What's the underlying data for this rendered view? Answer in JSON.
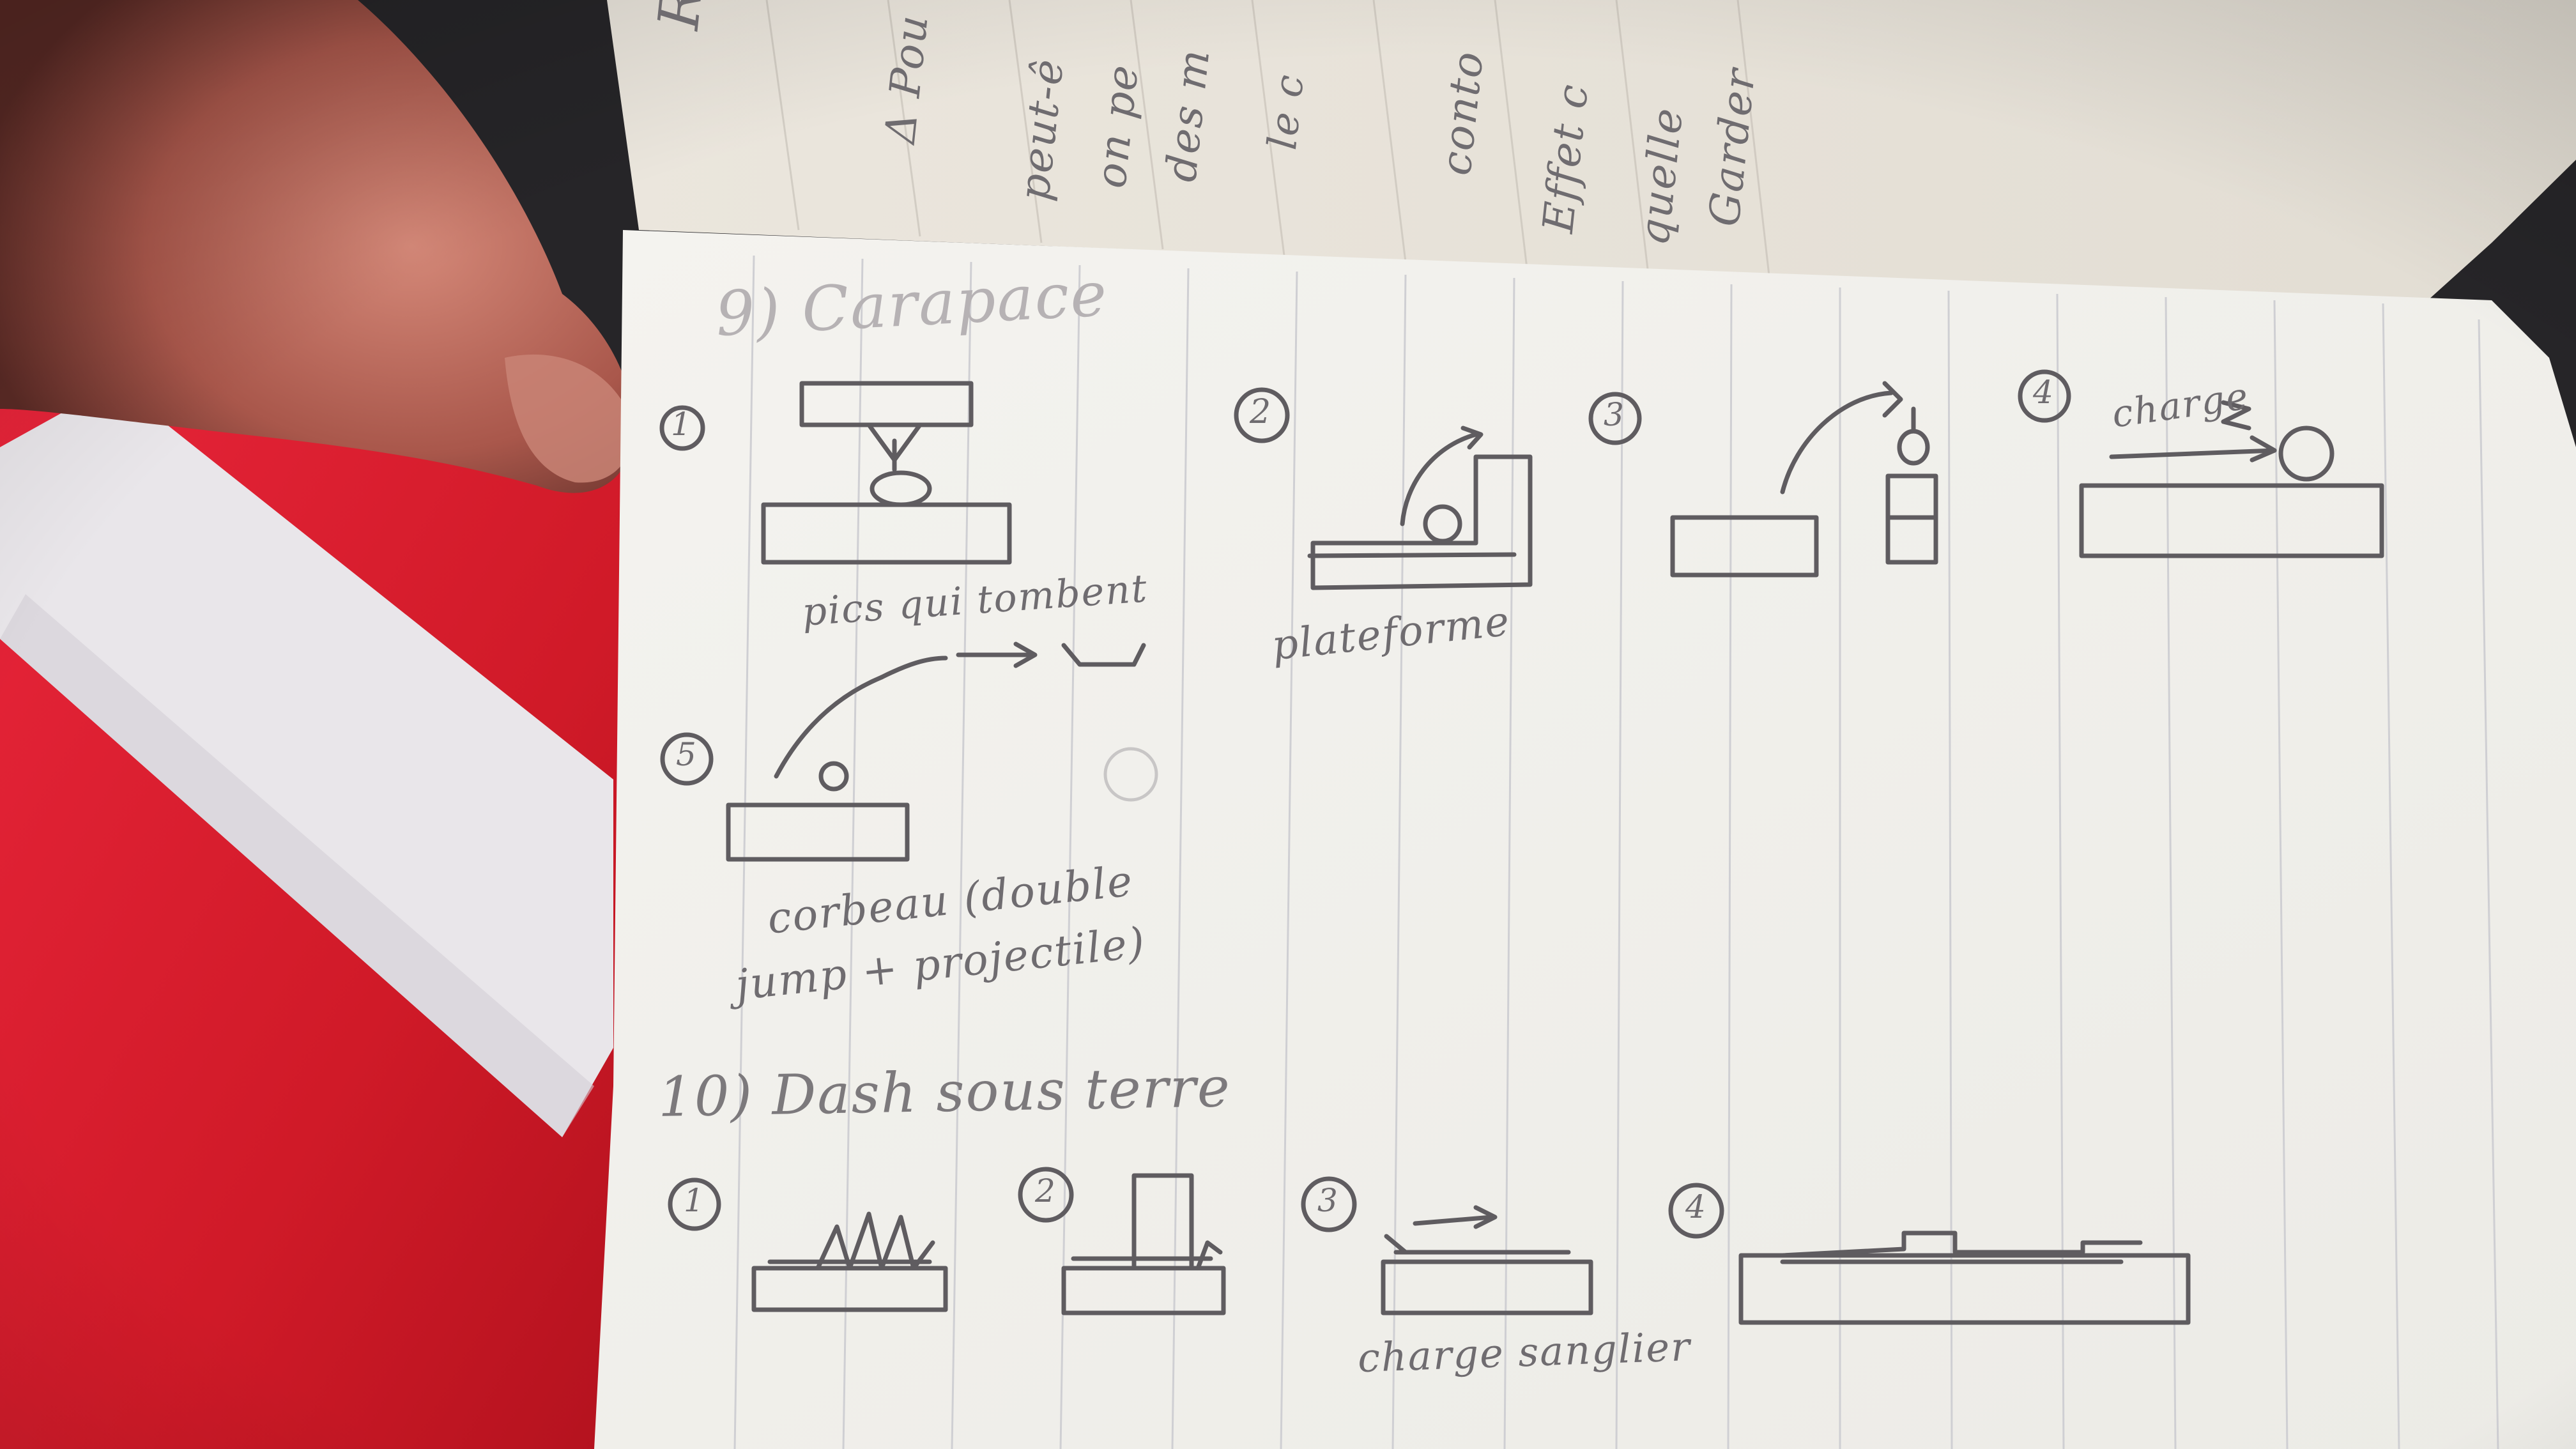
{
  "photo": {
    "subject": "Carnet à spirale ouvert, croquis au crayon de mécaniques de jeu",
    "colors": {
      "fabric_red": "#d61f2c",
      "paper": "#f1f0ec",
      "pencil": "#6f6c70",
      "skin": "#b8695c"
    }
  },
  "top_page": {
    "lines": [
      "Re",
      "Δ Pou",
      "peut-ê",
      "on pe",
      "des m",
      "le c",
      "conto",
      "Effet c",
      "quelle",
      "Garder"
    ]
  },
  "section9": {
    "heading": "9) Carapace",
    "items": [
      {
        "num": "1",
        "caption": "pics qui tombent"
      },
      {
        "num": "2",
        "caption": "plateforme"
      },
      {
        "num": "3",
        "caption": ""
      },
      {
        "num": "4",
        "caption": "charge"
      },
      {
        "num": "5",
        "caption_line1": "corbeau (double",
        "caption_line2": "jump + projectile)"
      }
    ]
  },
  "section10": {
    "heading": "10) Dash sous terre",
    "items": [
      {
        "num": "1",
        "caption": ""
      },
      {
        "num": "2",
        "caption": ""
      },
      {
        "num": "3",
        "caption": "charge sanglier"
      },
      {
        "num": "4",
        "caption": ""
      }
    ]
  }
}
